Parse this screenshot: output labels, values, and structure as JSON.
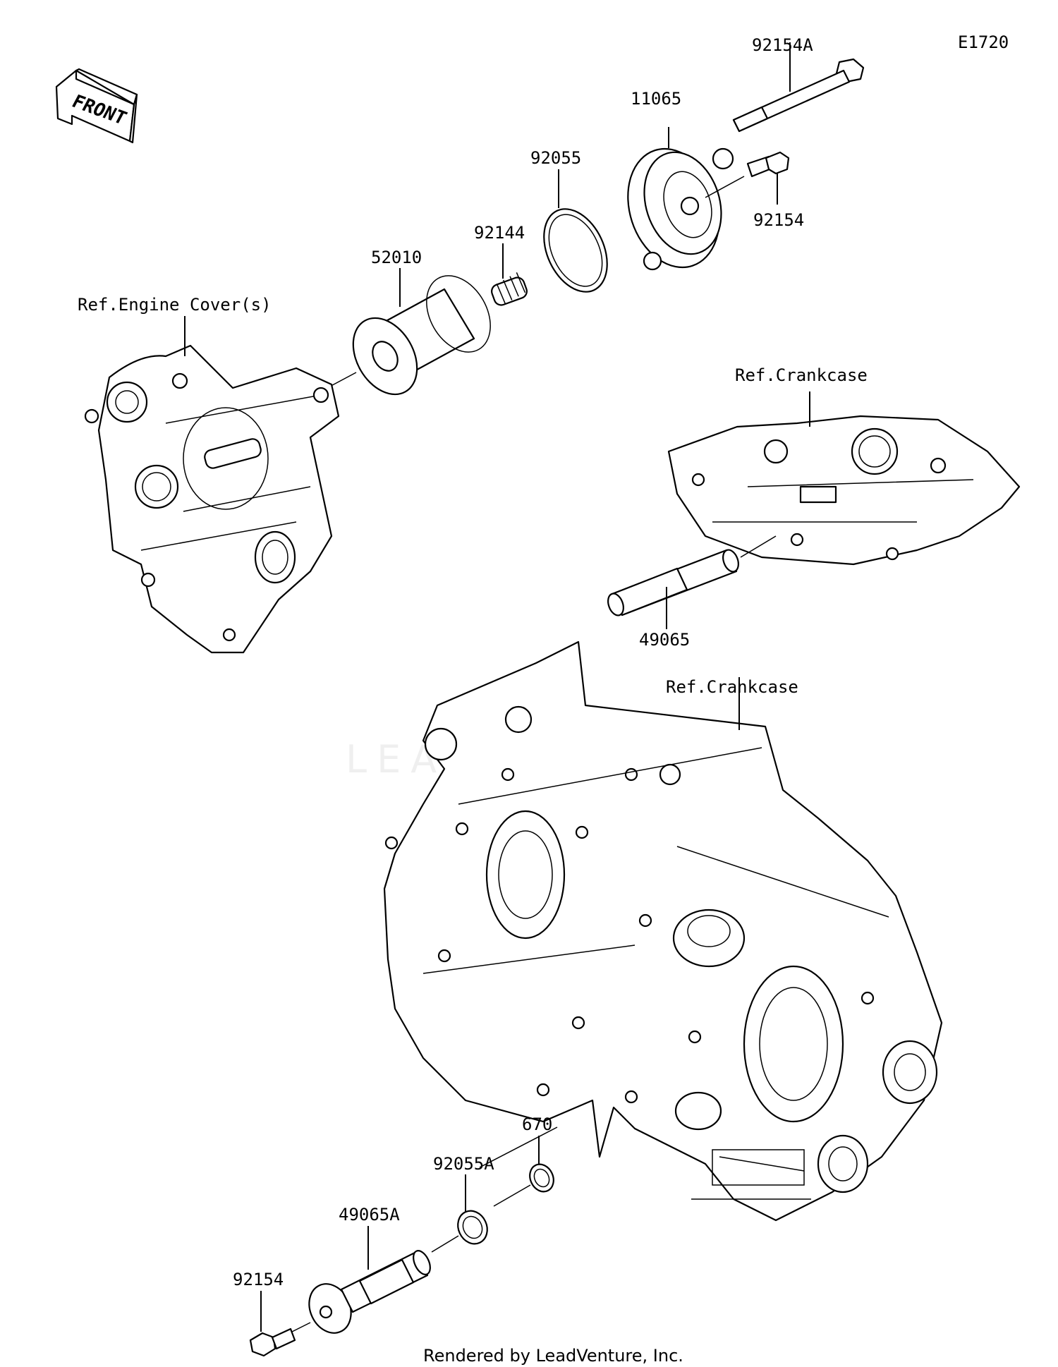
{
  "diagram_code": "E1720",
  "front_indicator": "FRONT",
  "parts": [
    {
      "id": "92154A",
      "label": "92154A"
    },
    {
      "id": "11065",
      "label": "11065"
    },
    {
      "id": "92055",
      "label": "92055"
    },
    {
      "id": "92154",
      "label": "92154"
    },
    {
      "id": "92144",
      "label": "92144"
    },
    {
      "id": "52010",
      "label": "52010"
    },
    {
      "id": "49065",
      "label": "49065"
    },
    {
      "id": "670",
      "label": "670"
    },
    {
      "id": "92055A",
      "label": "92055A"
    },
    {
      "id": "49065A",
      "label": "49065A"
    },
    {
      "id": "92154-lower",
      "label": "92154"
    }
  ],
  "references": [
    {
      "id": "engine-cover",
      "label": "Ref.Engine Cover(s)"
    },
    {
      "id": "crankcase-upper",
      "label": "Ref.Crankcase"
    },
    {
      "id": "crankcase-lower",
      "label": "Ref.Crankcase"
    }
  ],
  "footer": "Rendered by LeadVenture, Inc.",
  "watermark": "LEADVENTURE"
}
